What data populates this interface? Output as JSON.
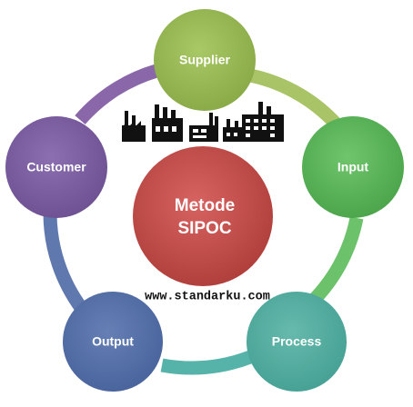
{
  "diagram": {
    "title": "",
    "center": {
      "line1": "Metode",
      "line2": "SIPOC",
      "color": "#c0504d"
    },
    "nodes": [
      {
        "id": "supplier",
        "label": "Supplier",
        "color": "#9bbb59"
      },
      {
        "id": "input",
        "label": "Input",
        "color": "#5cb85c"
      },
      {
        "id": "process",
        "label": "Process",
        "color": "#4bacc6"
      },
      {
        "id": "output",
        "label": "Output",
        "color": "#4f6fa8"
      },
      {
        "id": "customer",
        "label": "Customer",
        "color": "#8064a2"
      }
    ],
    "connectors": [
      {
        "from": "supplier",
        "to": "input",
        "color": "#a8c466"
      },
      {
        "from": "input",
        "to": "process",
        "color": "#6cc26a"
      },
      {
        "from": "process",
        "to": "output",
        "color": "#55b3aa"
      },
      {
        "from": "output",
        "to": "customer",
        "color": "#5f78ad"
      },
      {
        "from": "customer",
        "to": "supplier",
        "color": "#8a67a8"
      }
    ],
    "website": "www.standarku.com",
    "illustration": "factory-buildings-icon"
  }
}
